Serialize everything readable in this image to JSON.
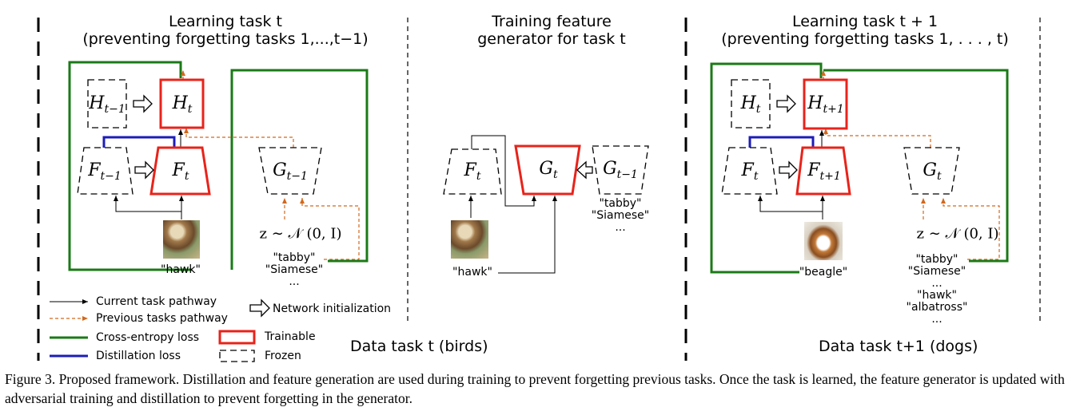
{
  "panels": {
    "left": {
      "title_line1": "Learning task t",
      "title_line2": "(preventing forgetting tasks 1,...,t−1)",
      "blocks": {
        "h_prev": "H",
        "h_prev_sub": "t−1",
        "h_curr": "H",
        "h_curr_sub": "t",
        "f_prev": "F",
        "f_prev_sub": "t−1",
        "f_curr": "F",
        "f_curr_sub": "t",
        "g_prev": "G",
        "g_prev_sub": "t−1"
      },
      "noise": "z ∼ 𝒩 (0, I)",
      "sample_label": "\"hawk\"",
      "generated_labels": [
        "\"tabby\"",
        "\"Siamese\"",
        "..."
      ]
    },
    "middle": {
      "title_line1": "Training feature",
      "title_line2": "generator for task t",
      "blocks": {
        "f_curr": "F",
        "f_curr_sub": "t",
        "g_curr": "G",
        "g_curr_sub": "t",
        "g_prev": "G",
        "g_prev_sub": "t−1"
      },
      "sample_label": "\"hawk\"",
      "generated_labels": [
        "\"tabby\"",
        "\"Siamese\"",
        "..."
      ],
      "data_task": "Data task t (birds)"
    },
    "right": {
      "title_line1": "Learning task t + 1",
      "title_line2": "(preventing forgetting tasks 1, . . . , t)",
      "blocks": {
        "h_prev": "H",
        "h_prev_sub": "t",
        "h_curr": "H",
        "h_curr_sub": "t+1",
        "f_prev": "F",
        "f_prev_sub": "t",
        "f_curr": "F",
        "f_curr_sub": "t+1",
        "g_prev": "G",
        "g_prev_sub": "t"
      },
      "noise": "z ∼ 𝒩 (0, I)",
      "sample_label": "\"beagle\"",
      "generated_labels": [
        "\"tabby\"",
        "\"Siamese\"",
        "...",
        "\"hawk\"",
        "\"albatross\"",
        "..."
      ],
      "data_task": "Data task t+1 (dogs)"
    }
  },
  "legend": {
    "current_pathway": "Current task pathway",
    "previous_pathway": "Previous tasks pathway",
    "cross_entropy": "Cross-entropy loss",
    "distillation": "Distillation loss",
    "network_init": "Network initialization",
    "trainable": "Trainable",
    "frozen": "Frozen"
  },
  "caption": "Figure 3. Proposed framework. Distillation and feature generation are used during training to prevent forgetting previous tasks. Once the task is learned, the feature generator is updated with adversarial training and distillation to prevent forgetting in the generator.",
  "colors": {
    "trainable": "#e8231a",
    "cross_entropy": "#1b7a17",
    "distillation": "#1d1db8",
    "previous_pathway": "#d2691e",
    "current_pathway": "#000000"
  }
}
